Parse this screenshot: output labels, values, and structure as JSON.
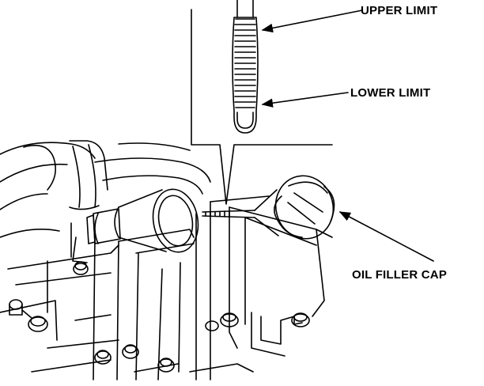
{
  "labels": {
    "upper_limit": "UPPER LIMIT",
    "lower_limit": "LOWER LIMIT",
    "oil_filler_cap": "OIL FILLER CAP"
  },
  "colors": {
    "line": "#000000",
    "background": "#ffffff"
  }
}
